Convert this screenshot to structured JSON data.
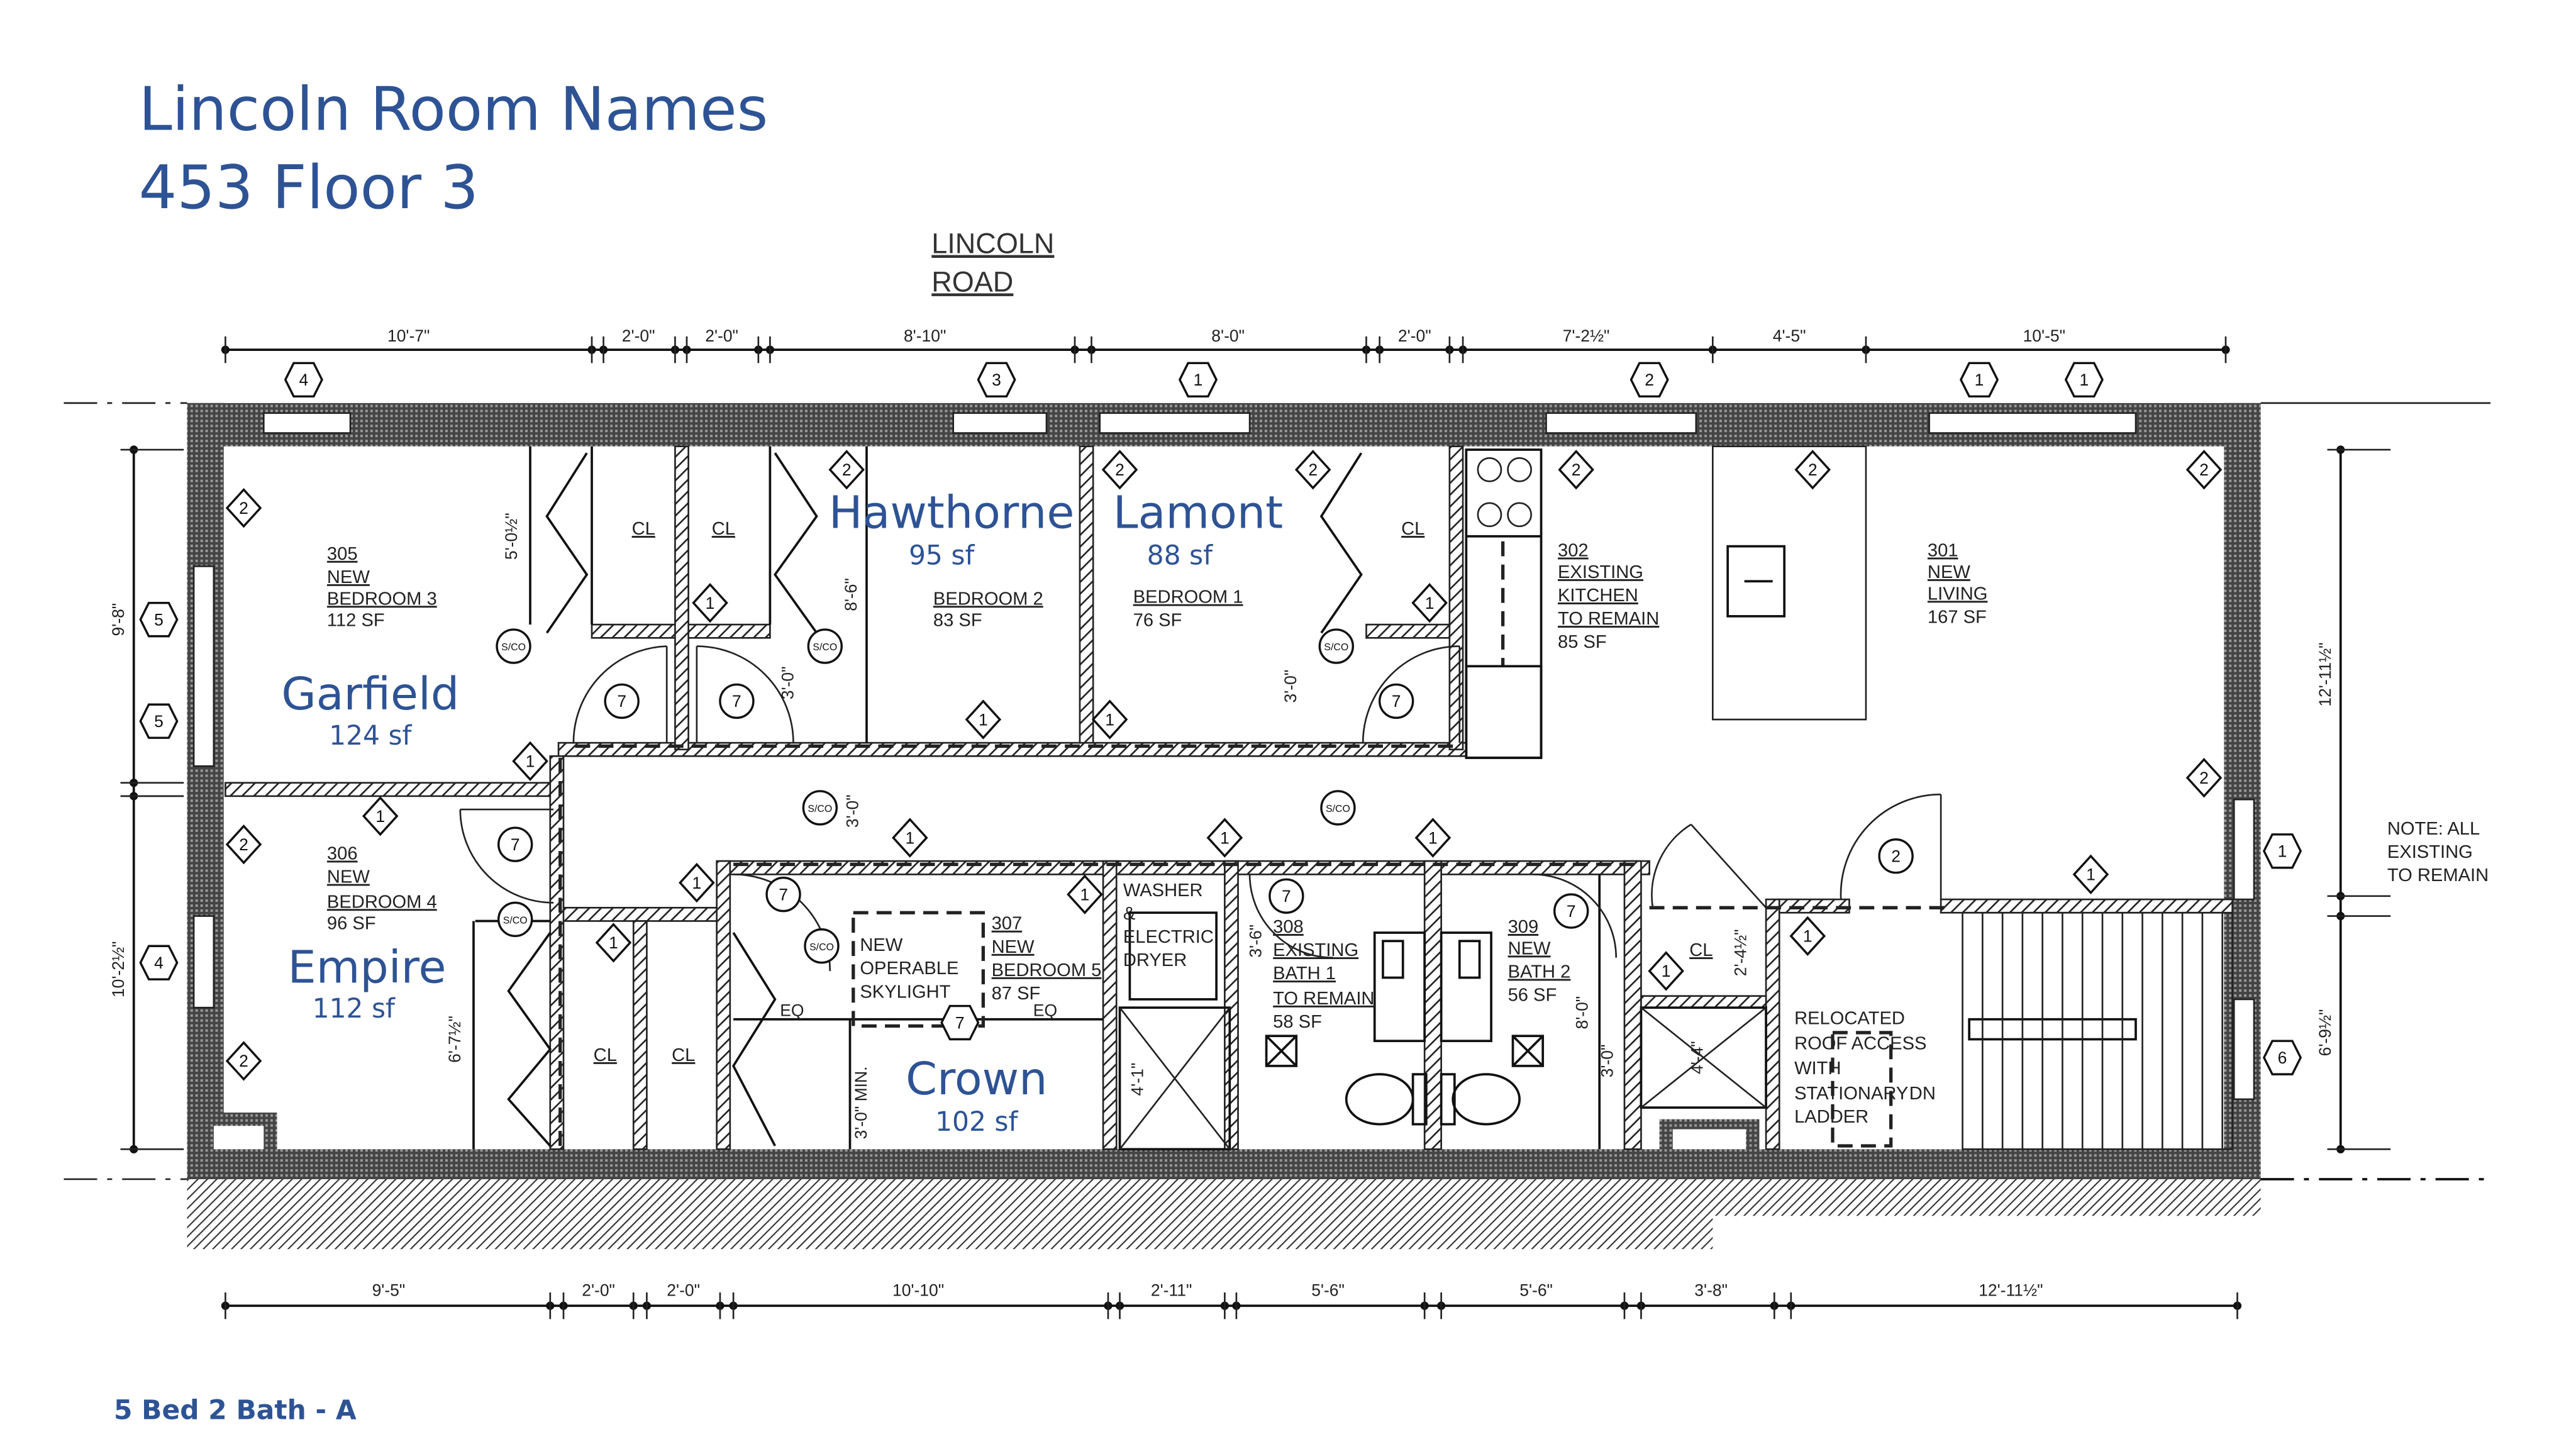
{
  "header": {
    "title_line1": "Lincoln Room Names",
    "title_line2": "453 Floor 3"
  },
  "footer": {
    "label": "5 Bed 2 Bath - A"
  },
  "street": {
    "line1": "LINCOLN",
    "line2": "ROAD"
  },
  "colors": {
    "label_blue": "#2e5395",
    "wall": "#333333"
  },
  "rooms": {
    "garfield": {
      "name": "Garfield",
      "area": "124 sf",
      "plan_num": "305",
      "plan_status": "NEW",
      "plan_name": "BEDROOM 3",
      "plan_sf": "112 SF"
    },
    "hawthorne": {
      "name": "Hawthorne",
      "area": "95 sf",
      "plan_name": "BEDROOM 2",
      "plan_sf": "83 SF"
    },
    "lamont": {
      "name": "Lamont",
      "area": "88 sf",
      "plan_name": "BEDROOM 1",
      "plan_sf": "76 SF"
    },
    "kitchen": {
      "plan_num": "302",
      "plan_status": "EXISTING",
      "plan_name": "KITCHEN",
      "plan_note": "TO REMAIN",
      "plan_sf": "85 SF"
    },
    "living": {
      "plan_num": "301",
      "plan_status": "NEW",
      "plan_name": "LIVING",
      "plan_sf": "167 SF"
    },
    "empire": {
      "name": "Empire",
      "area": "112 sf",
      "plan_num": "306",
      "plan_status": "NEW",
      "plan_name": "BEDROOM 4",
      "plan_sf": "96 SF"
    },
    "crown": {
      "name": "Crown",
      "area": "102 sf",
      "plan_num": "307",
      "plan_status": "NEW",
      "plan_name": "BEDROOM 5",
      "plan_sf": "87 SF"
    },
    "bath1": {
      "plan_num": "308",
      "plan_status": "EXISTING",
      "plan_name": "BATH 1",
      "plan_note": "TO REMAIN",
      "plan_sf": "58 SF"
    },
    "bath2": {
      "plan_num": "309",
      "plan_status": "NEW",
      "plan_name": "BATH 2",
      "plan_sf": "56 SF"
    }
  },
  "annotations": {
    "closet": "CL",
    "washer_line1": "WASHER",
    "washer_line2": "&",
    "washer_line3": "ELECTRIC",
    "washer_line4": "DRYER",
    "skylight_line1": "NEW",
    "skylight_line2": "OPERABLE",
    "skylight_line3": "SKYLIGHT",
    "roof_line1": "RELOCATED",
    "roof_line2": "ROOF ACCESS",
    "roof_line3": "WITH",
    "roof_line4": "STATIONARY",
    "roof_line5": "LADDER",
    "stair_dn": "DN",
    "note_line1": "NOTE: ALL",
    "note_line2": "EXISTING",
    "note_line3": "TO REMAIN",
    "eq": "EQ",
    "min_clear": "3'-0\" MIN.",
    "smoke_co": "S/CO"
  },
  "dimensions": {
    "top": [
      "10'-7\"",
      "2'-0\"",
      "2'-0\"",
      "8'-10\"",
      "8'-0\"",
      "2'-0\"",
      "7'-2½\"",
      "4'-5\"",
      "10'-5\""
    ],
    "bottom": [
      "9'-5\"",
      "2'-0\"",
      "2'-0\"",
      "10'-10\"",
      "2'-11\"",
      "5'-6\"",
      "5'-6\"",
      "3'-8\"",
      "12'-11½\""
    ],
    "left": [
      "9'-8\"",
      "10'-2½\""
    ],
    "right": [
      "12'-11½\"",
      "6'-9½\""
    ],
    "interior": [
      "5'-0½\"",
      "8'-6\"",
      "3'-0\"",
      "3'-0\"",
      "3'-0\"",
      "6'-7½\"",
      "4'-1\"",
      "3'-6\"",
      "8'-0\"",
      "3'-0\"",
      "2'-4½\"",
      "4'-4\""
    ]
  },
  "tags": [
    "4",
    "3",
    "1",
    "2",
    "1",
    "1",
    "5",
    "5",
    "4",
    "1",
    "6",
    "2",
    "2",
    "2",
    "2",
    "2",
    "2",
    "2",
    "1",
    "1",
    "1",
    "1",
    "1",
    "1",
    "2",
    "1",
    "1",
    "1",
    "2",
    "1",
    "1",
    "1",
    "1",
    "2",
    "1",
    "1",
    "7",
    "7",
    "7",
    "7",
    "7",
    "7",
    "7",
    "2",
    "7"
  ]
}
